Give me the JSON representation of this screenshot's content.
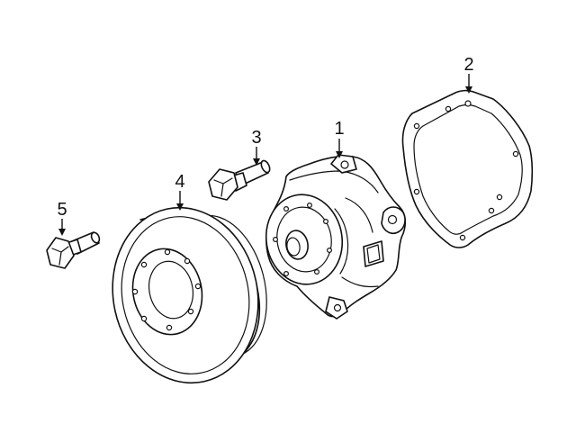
{
  "callouts": [
    {
      "id": "water-pump",
      "number": "1"
    },
    {
      "id": "gasket",
      "number": "2"
    },
    {
      "id": "pump-bolt",
      "number": "3"
    },
    {
      "id": "pulley",
      "number": "4"
    },
    {
      "id": "pulley-bolt",
      "number": "5"
    }
  ]
}
